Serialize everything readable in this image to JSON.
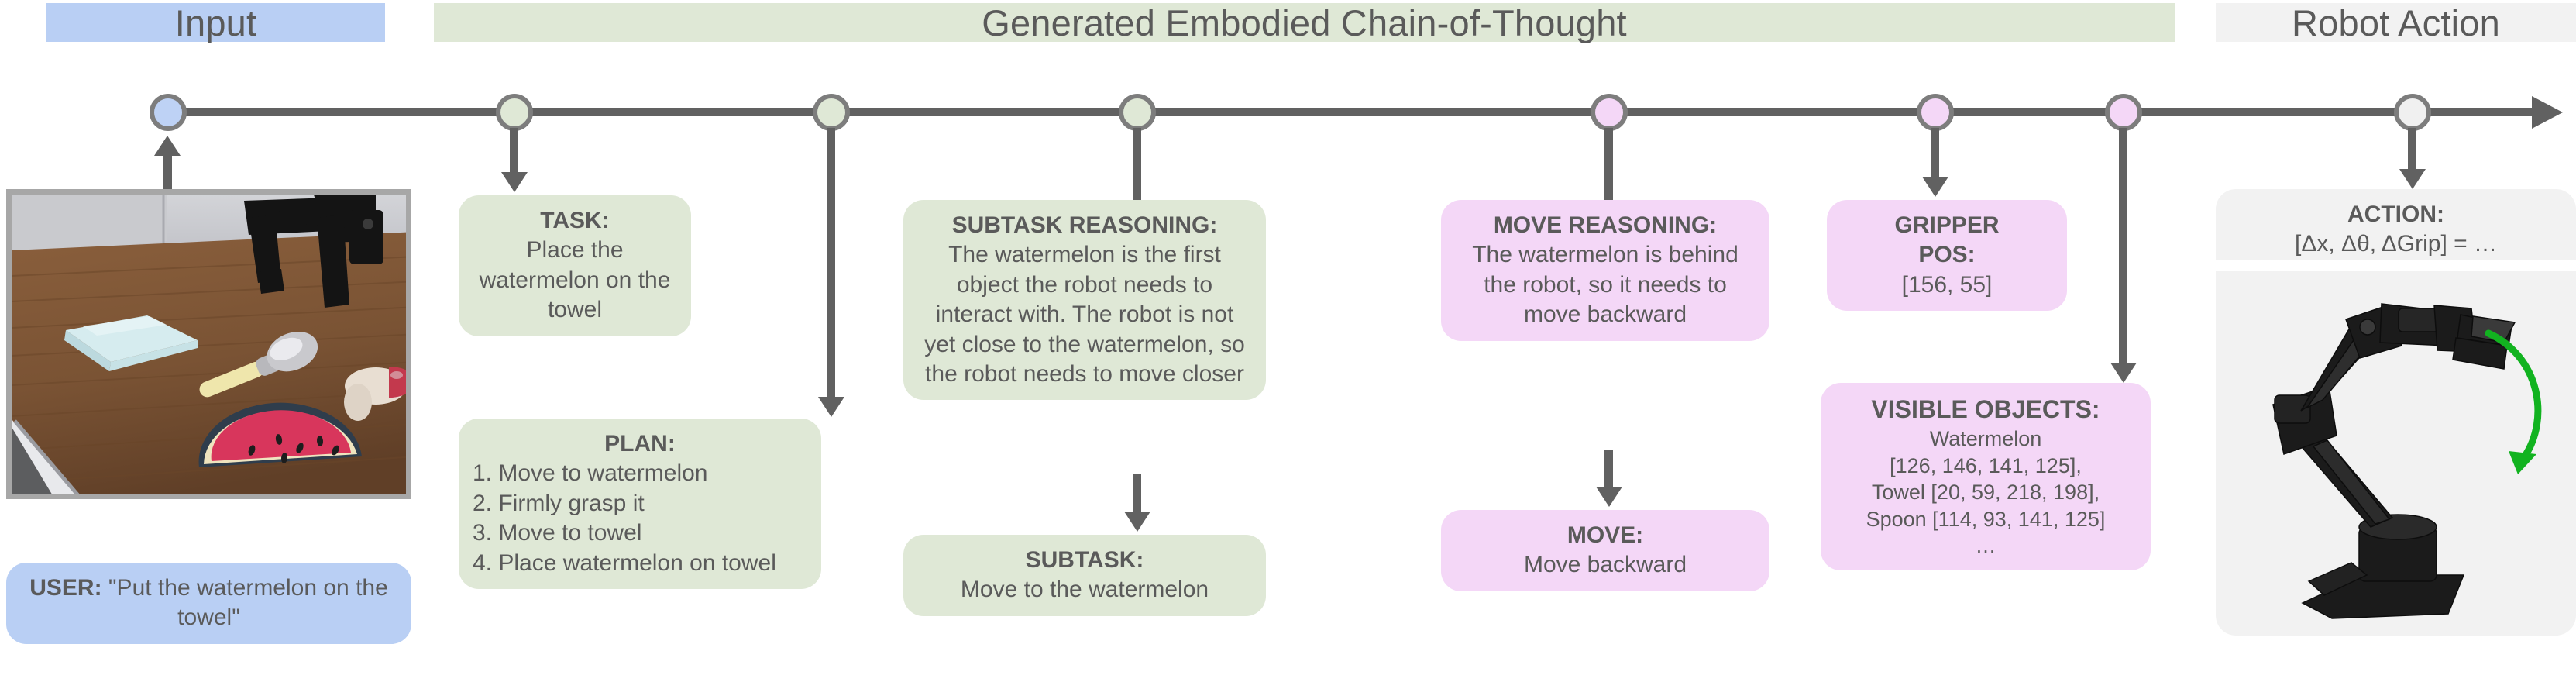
{
  "headers": {
    "input": "Input",
    "cot": "Generated Embodied Chain-of-Thought",
    "action": "Robot Action"
  },
  "timeline": {
    "nodes": [
      {
        "name": "node-input",
        "color": "#bed2f5"
      },
      {
        "name": "node-task",
        "color": "#dfe8d6"
      },
      {
        "name": "node-plan",
        "color": "#dfe8d6"
      },
      {
        "name": "node-subtask-reasoning",
        "color": "#dfe8d6"
      },
      {
        "name": "node-move-reasoning",
        "color": "#f4d7f7"
      },
      {
        "name": "node-gripper-pos",
        "color": "#f4d7f7"
      },
      {
        "name": "node-visible-objects",
        "color": "#f4d7f7"
      },
      {
        "name": "node-action",
        "color": "#f0f0f0"
      }
    ]
  },
  "input": {
    "scene_alt": "Tabletop scene with robot gripper, blue towel, spoon, toy and plush watermelon slice",
    "user_label": "USER:",
    "user_quote": "\"Put the watermelon on the towel\""
  },
  "cot": {
    "task": {
      "title": "TASK:",
      "body": "Place the watermelon on the towel"
    },
    "plan": {
      "title": "PLAN:",
      "steps": [
        "1. Move to watermelon",
        "2. Firmly grasp it",
        "3. Move to towel",
        "4. Place watermelon on towel"
      ]
    },
    "subtask_reasoning": {
      "title": "SUBTASK REASONING:",
      "body": "The watermelon is the first object the robot needs to interact with. The robot is not yet close to the watermelon, so the robot needs to move closer"
    },
    "subtask": {
      "title": "SUBTASK:",
      "body": "Move to the watermelon"
    },
    "move_reasoning": {
      "title": "MOVE REASONING:",
      "body": "The watermelon is behind the robot, so it needs to move backward"
    },
    "move": {
      "title": "MOVE:",
      "body": "Move backward"
    },
    "gripper_pos": {
      "title_line1": "GRIPPER",
      "title_line2": "POS:",
      "body": "[156, 55]"
    },
    "visible_objects": {
      "title": "VISIBLE OBJECTS:",
      "lines": [
        "Watermelon",
        "[126, 146, 141, 125],",
        "Towel [20, 59, 218, 198],",
        "Spoon [114, 93, 141, 125]",
        "…"
      ]
    }
  },
  "action": {
    "title": "ACTION:",
    "body": "[Δx, Δθ, ΔGrip] = …",
    "arrow_color": "#12b320",
    "robot_alt": "Black 6-axis robot arm with gripper and green rotation arrow"
  },
  "colors": {
    "input_blue": "#b9cff4",
    "cot_green": "#dfe8d6",
    "action_grey": "#f2f2f2",
    "pink": "#f4d7f7",
    "line_grey": "#616161",
    "text_grey": "#5a5a5a"
  }
}
